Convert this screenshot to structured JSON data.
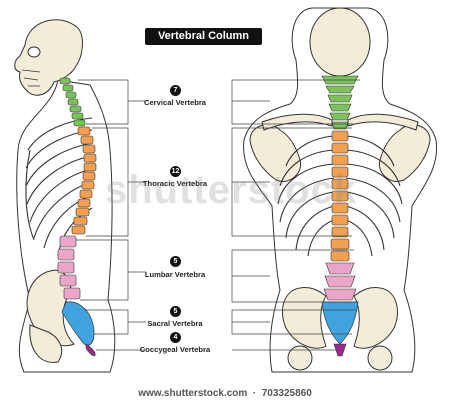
{
  "title": "Vertebral Column",
  "colors": {
    "cervical": "#7cc25a",
    "thoracic": "#f0a050",
    "lumbar": "#e9a6c8",
    "sacral": "#3fa3e0",
    "coccygeal": "#9a2a8a",
    "bone": "#f2ecd8",
    "outline": "#333333"
  },
  "regions": [
    {
      "count": "7",
      "label": "Cervical Vertebra"
    },
    {
      "count": "12",
      "label": "Thoracic Vertebra"
    },
    {
      "count": "5",
      "label": "Lumbar Vertebra"
    },
    {
      "count": "5",
      "label": "Sacral Vertebra"
    },
    {
      "count": "4",
      "label": "Coccygeal Vertebra"
    }
  ],
  "watermark": "shutterstock",
  "footer": {
    "site": "www.shutterstock.com",
    "id": "703325860"
  }
}
